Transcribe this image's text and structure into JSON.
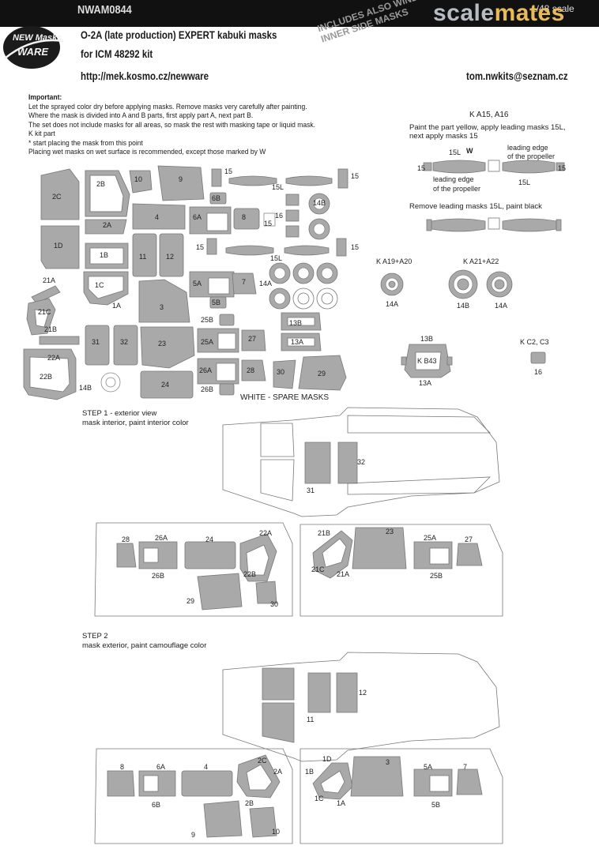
{
  "header": {
    "code": "NWAM0844",
    "scale": "1/48 scale",
    "watermark_a": "scale",
    "watermark_b": "mates",
    "logo_line1": "NEW Masks",
    "logo_line2": "WARE",
    "title": "O-2A (late production) EXPERT kabuki masks",
    "subtitle": "for ICM 48292 kit",
    "url": "http://mek.kosmo.cz/newware",
    "email": "tom.nwkits@seznam.cz",
    "stamp": "INCLUDES ALSO WINDOWS INNER SIDE MASKS"
  },
  "instructions": {
    "heading": "Important:",
    "lines": [
      "Let the sprayed color dry before applying masks. Remove masks very carefully after painting.",
      "Where the mask is divided into A and B parts, first apply part A, next part B.",
      "The set does not include masks for all areas, so mask the rest with masking tape or liquid mask.",
      "K kit part",
      "*  start placing the mask from this point",
      "Placing wet masks on wet surface is recommended, except those marked by W"
    ]
  },
  "propeller": {
    "title": "K A15, A16",
    "text1": "Paint the part yellow, apply leading masks 15L,",
    "text2": "next apply masks 15",
    "le1": "leading edge",
    "le1b": "of the propeller",
    "le2": "leading edge",
    "le2b": "of the propeller",
    "remove": "Remove leading masks 15L, paint black",
    "lbl_15L_a": "15L",
    "lbl_15L_b": "15L",
    "lbl_15_a": "15",
    "lbl_15_b": "15",
    "w": "W"
  },
  "wheels": {
    "k1": "K A19+A20",
    "k2": "K A21+A22",
    "l1": "14A",
    "l2": "14B",
    "l3": "14A",
    "k3": "K C2, C3",
    "l4": "16",
    "k_b43": "K B43",
    "l_13b": "13B",
    "l_13a": "13A"
  },
  "sheet_labels": [
    "2C",
    "2B",
    "10",
    "9",
    "15",
    "15L",
    "15",
    "6B",
    "2A",
    "4",
    "6A",
    "8",
    "16",
    "14B",
    "1D",
    "15",
    "1B",
    "11",
    "12",
    "15",
    "15L",
    "15",
    "1C",
    "5A",
    "7",
    "14A",
    "21A",
    "1A",
    "3",
    "5B",
    "21C",
    "25B",
    "13B",
    "21B",
    "31",
    "32",
    "23",
    "25A",
    "27",
    "13A",
    "22A",
    "26A",
    "28",
    "30",
    "29",
    "22B",
    "14B",
    "24",
    "26B"
  ],
  "spare": "WHITE - SPARE MASKS",
  "step1": {
    "title": "STEP 1 - exterior view",
    "desc": "mask interior, paint interior color"
  },
  "step2": {
    "title": "STEP 2",
    "desc": "mask exterior, paint camouflage color"
  },
  "diag_labels": {
    "s1_32": "32",
    "s1_31": "31",
    "s1_28": "28",
    "s1_26A": "26A",
    "s1_24": "24",
    "s1_22A": "22A",
    "s1_26B": "26B",
    "s1_22B": "22B",
    "s1_29": "29",
    "s1_30": "30",
    "s1_21B": "21B",
    "s1_23": "23",
    "s1_25A": "25A",
    "s1_27": "27",
    "s1_21C": "21C",
    "s1_21A": "21A",
    "s1_25B": "25B",
    "s2_12": "12",
    "s2_11": "11",
    "s2_8": "8",
    "s2_6A": "6A",
    "s2_4": "4",
    "s2_2C": "2C",
    "s2_2A": "2A",
    "s2_6B": "6B",
    "s2_2B": "2B",
    "s2_9": "9",
    "s2_10": "10",
    "s2_1D": "1D",
    "s2_1B": "1B",
    "s2_3": "3",
    "s2_5A": "5A",
    "s2_7": "7",
    "s2_1C": "1C",
    "s2_1A": "1A",
    "s2_5B": "5B"
  }
}
